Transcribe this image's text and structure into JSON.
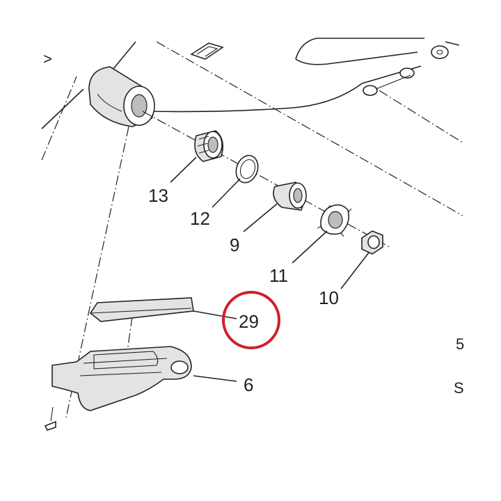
{
  "labels": {
    "p13": "13",
    "p12": "12",
    "p9": "9",
    "p11": "11",
    "p10": "10",
    "p29": "29",
    "p6": "6"
  },
  "edge_glyphs": {
    "top_left": ">",
    "right_mid": "5",
    "right_low": "S"
  },
  "highlight": {
    "label": "29",
    "color": "#d0202a"
  }
}
